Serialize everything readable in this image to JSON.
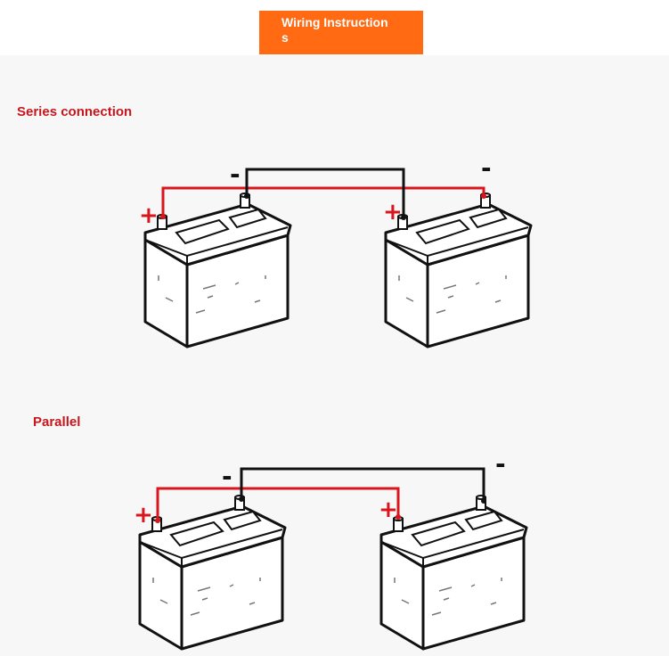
{
  "header": {
    "title": "Wiring Instructions"
  },
  "sections": {
    "series": {
      "label": "Series connection"
    },
    "parallel": {
      "label": "Parallel"
    }
  },
  "terminals": {
    "positive": "+",
    "negative": "-"
  },
  "colors": {
    "header_bg": "#ff6a13",
    "label_text": "#c8161d",
    "positive_wire": "#d9161d",
    "negative_wire": "#111111"
  },
  "icons": [
    "car-battery-icon",
    "wire-icon"
  ]
}
